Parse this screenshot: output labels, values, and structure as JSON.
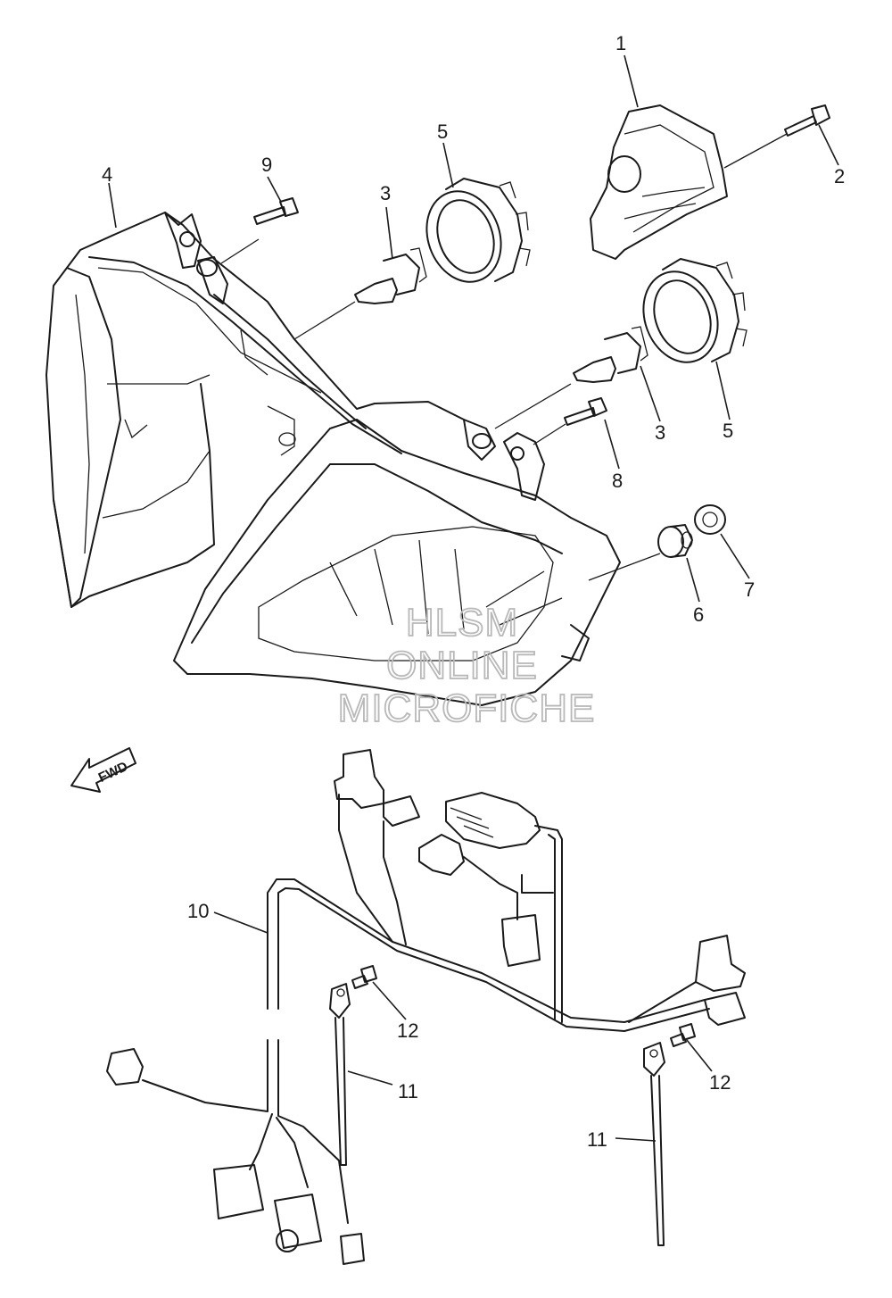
{
  "diagram": {
    "callouts": [
      "1",
      "2",
      "3",
      "4",
      "5",
      "6",
      "7",
      "8",
      "9",
      "10",
      "11",
      "12"
    ],
    "fwd_label": "FWD",
    "watermark": [
      "HLSM",
      "ONLINE",
      "MICROFICHE"
    ]
  }
}
